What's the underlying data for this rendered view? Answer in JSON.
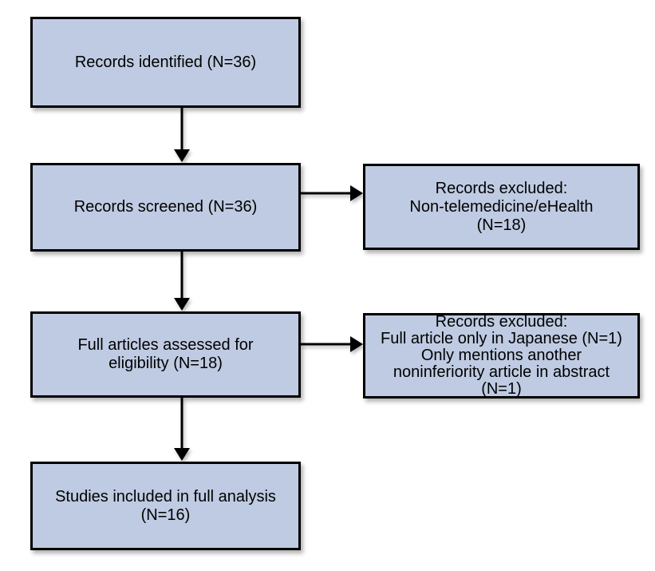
{
  "diagram": {
    "type": "flowchart",
    "boxes": {
      "records_identified": {
        "label": "Records identified (N=36)"
      },
      "records_screened": {
        "label": "Records screened (N=36)"
      },
      "records_excluded_screening": {
        "label": "Records excluded:\nNon-telemedicine/eHealth\n(N=18)"
      },
      "full_articles_assessed": {
        "label": "Full articles assessed for\neligibility (N=18)"
      },
      "records_excluded_eligibility": {
        "label": "Records excluded:\nFull article only in Japanese (N=1)\nOnly mentions another\nnoninferiority article in abstract\n(N=1)"
      },
      "studies_included": {
        "label": "Studies included in full analysis\n(N=16)"
      }
    },
    "counts": {
      "identified": 36,
      "screened": 36,
      "excluded_screening": 18,
      "assessed": 18,
      "excluded_japanese": 1,
      "excluded_abstract_mention": 1,
      "included": 16
    },
    "colors": {
      "box_fill": "#bfcbe2",
      "box_border": "#000000",
      "arrow": "#000000",
      "text": "#000000",
      "background": "#ffffff"
    }
  }
}
